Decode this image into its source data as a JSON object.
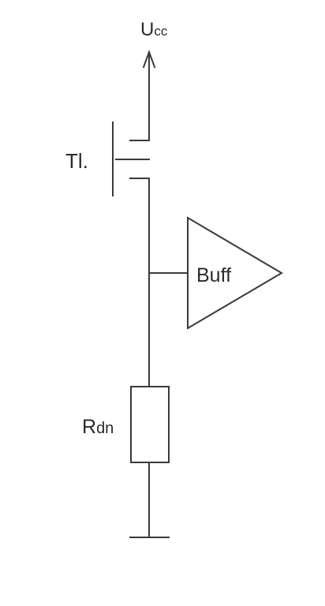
{
  "labels": {
    "supply_main": "U",
    "supply_sub": "cc",
    "transistor": "Tl.",
    "buffer": "Buff",
    "resistor_main": "R",
    "resistor_sub": "dn"
  },
  "colors": {
    "line": "#3a3a3a",
    "text": "#2b2b2b",
    "background": "#ffffff"
  },
  "icons": {
    "supply": "arrow-up-icon",
    "ground": "ground-bar-icon"
  }
}
